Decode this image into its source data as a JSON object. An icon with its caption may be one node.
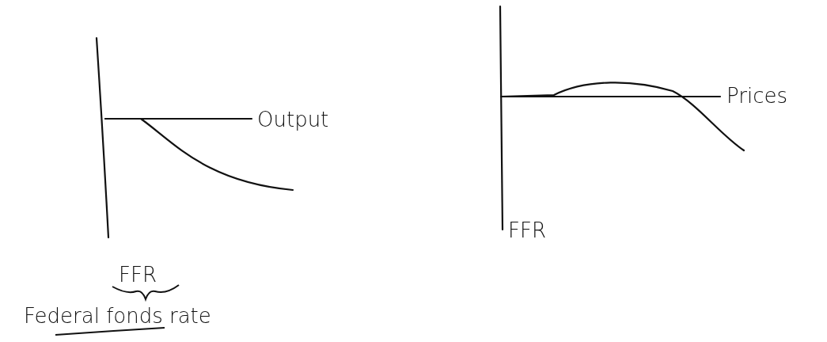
{
  "diagram": {
    "labels": [
      "Output",
      "Prices",
      "FFR",
      "FFR",
      "Federal fonds rate"
    ]
  }
}
